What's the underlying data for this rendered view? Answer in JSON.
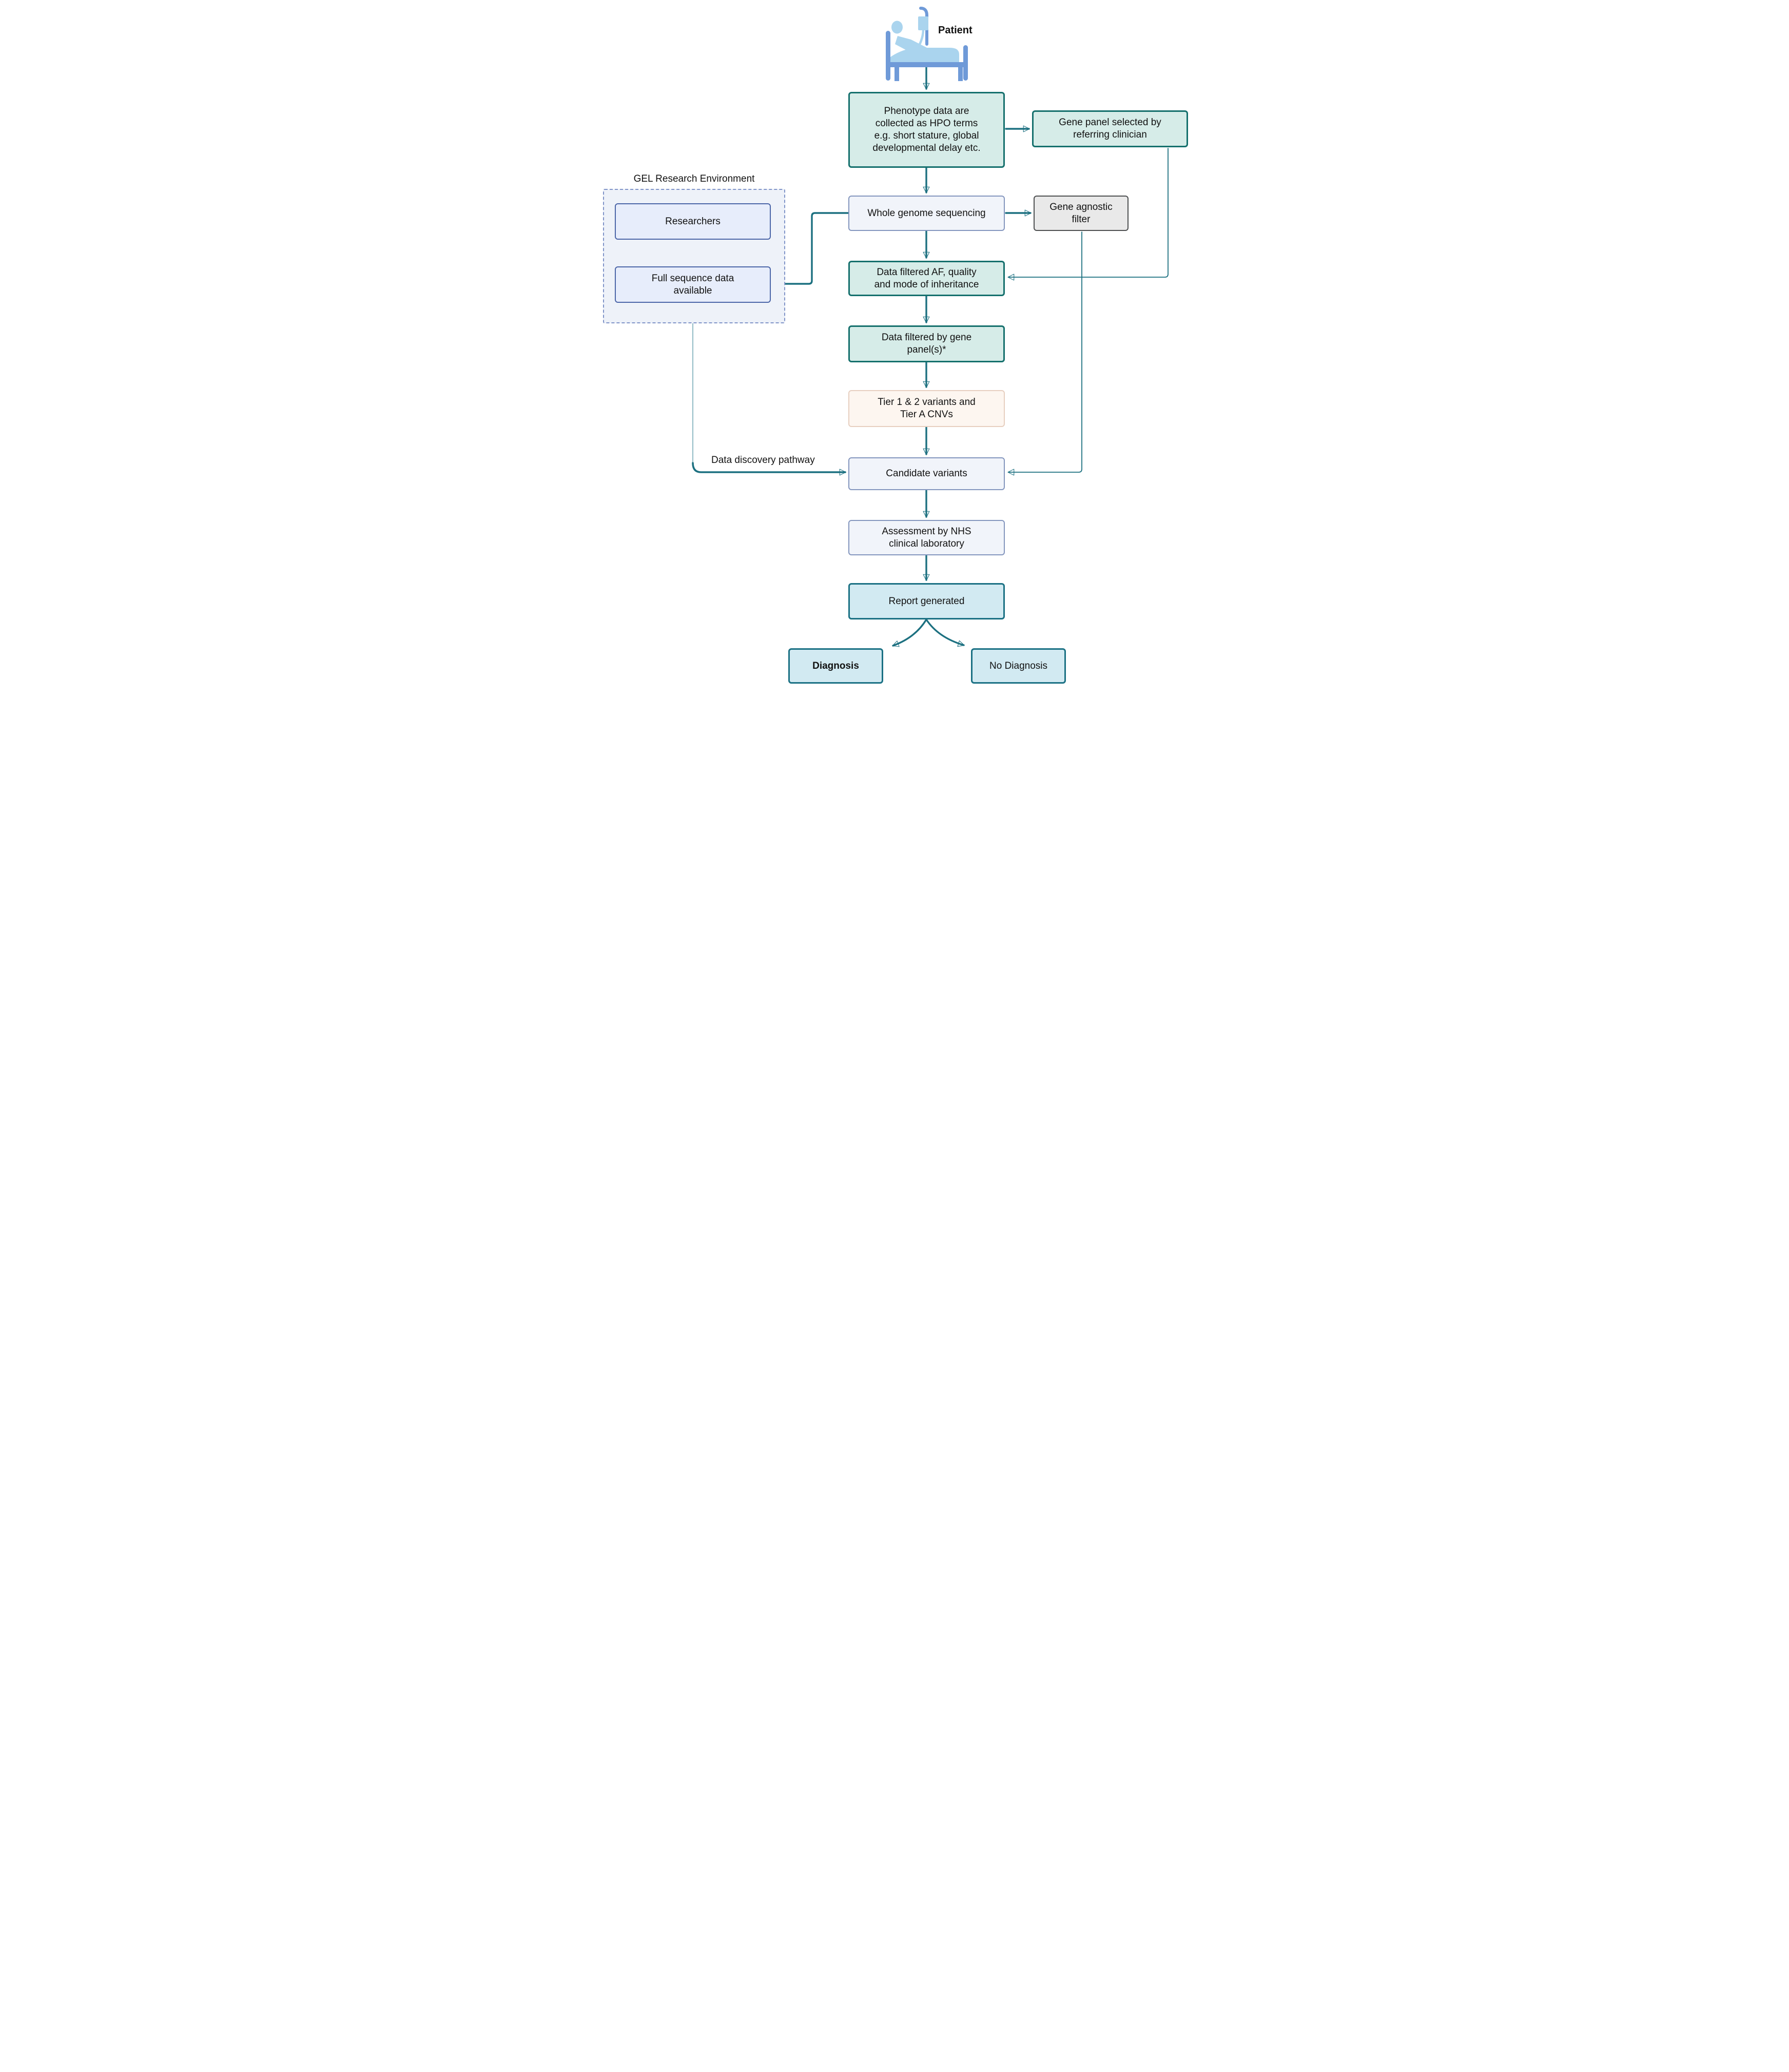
{
  "colors": {
    "arrow": "#1c7080",
    "arrow_faint": "#86b4bf",
    "mint_fill": "#d6ece8",
    "mint_border": "#15706d",
    "slate_fill": "#f1f4fa",
    "slate_border": "#8496be",
    "gray_fill": "#e9e9e9",
    "gray_border": "#4d4f50",
    "cream_fill": "#fdf6f0",
    "cream_border": "#e7cfc0",
    "peri_fill": "#e7edfb",
    "peri_border": "#4c66a8",
    "cyan_fill": "#d2eaf2",
    "cyan_border": "#1b7184",
    "container_fill": "#eef2f9",
    "container_border": "#8094c8",
    "icon_frame": "#6f9ad8",
    "icon_light": "#aad4ee"
  },
  "annotations": {
    "patient": "Patient",
    "gel_environment": "GEL Research Environment",
    "data_discovery": "Data discovery pathway"
  },
  "nodes": {
    "phenotype": {
      "label": "Phenotype data are\ncollected as HPO terms\ne.g. short stature, global\ndevelopmental delay etc."
    },
    "gene_panel": {
      "label": "Gene panel selected by\nreferring clinician"
    },
    "wgs": {
      "label": "Whole genome sequencing"
    },
    "gene_agnostic_filter": {
      "label": "Gene agnostic\nfilter"
    },
    "data_filtered_af": {
      "label": "Data filtered AF, quality\nand mode of inheritance"
    },
    "data_filtered_gene_panel": {
      "label": "Data filtered by gene\npanel(s)*"
    },
    "tier_variants": {
      "label": "Tier 1 & 2 variants and\nTier A CNVs"
    },
    "candidate_variants": {
      "label": "Candidate variants"
    },
    "assessment": {
      "label": "Assessment by NHS\nclinical laboratory"
    },
    "report": {
      "label": "Report generated"
    },
    "diagnosis": {
      "label": "Diagnosis"
    },
    "no_diagnosis": {
      "label": "No Diagnosis"
    },
    "researchers": {
      "label": "Researchers"
    },
    "full_sequence": {
      "label": "Full sequence data\navailable"
    }
  }
}
